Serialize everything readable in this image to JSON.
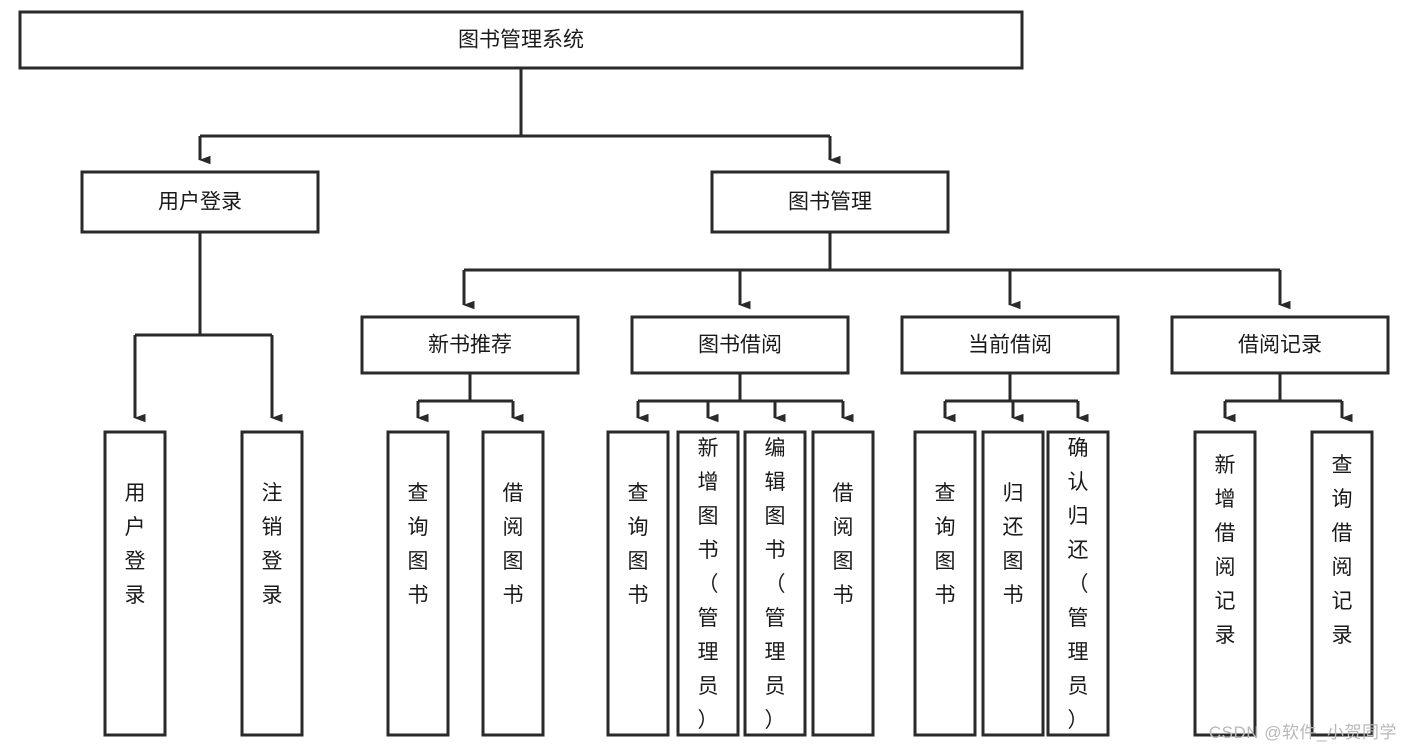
{
  "diagram": {
    "type": "tree",
    "title": "图书管理系统",
    "watermark": "CSDN @软件_小贺同学",
    "colors": {
      "stroke": "#2a2a2a",
      "fill": "#ffffff",
      "text": "#1a1a1a",
      "watermark": "#b8b8b8",
      "background": "#ffffff"
    },
    "levels": {
      "root": {
        "label": "图书管理系统"
      },
      "level2": [
        {
          "id": "user-login",
          "label": "用户登录"
        },
        {
          "id": "book-manage",
          "label": "图书管理"
        }
      ],
      "level3": [
        {
          "id": "new-book-rec",
          "label": "新书推荐",
          "parent": "book-manage"
        },
        {
          "id": "book-borrow",
          "label": "图书借阅",
          "parent": "book-manage"
        },
        {
          "id": "current-borrow",
          "label": "当前借阅",
          "parent": "book-manage"
        },
        {
          "id": "borrow-record",
          "label": "借阅记录",
          "parent": "book-manage"
        }
      ],
      "leaves": [
        {
          "id": "leaf-user-login",
          "label": "用户登录",
          "parent": "user-login"
        },
        {
          "id": "leaf-user-logout",
          "label": "注销登录",
          "parent": "user-login"
        },
        {
          "id": "leaf-query-book-1",
          "label": "查询图书",
          "parent": "new-book-rec"
        },
        {
          "id": "leaf-borrow-book-1",
          "label": "借阅图书",
          "parent": "new-book-rec"
        },
        {
          "id": "leaf-query-book-2",
          "label": "查询图书",
          "parent": "book-borrow"
        },
        {
          "id": "leaf-add-book",
          "label": "新增图书（管理员）",
          "parent": "book-borrow"
        },
        {
          "id": "leaf-edit-book",
          "label": "编辑图书（管理员）",
          "parent": "book-borrow"
        },
        {
          "id": "leaf-borrow-book-2",
          "label": "借阅图书",
          "parent": "book-borrow"
        },
        {
          "id": "leaf-query-book-3",
          "label": "查询图书",
          "parent": "current-borrow"
        },
        {
          "id": "leaf-return-book",
          "label": "归还图书",
          "parent": "current-borrow"
        },
        {
          "id": "leaf-confirm-return",
          "label": "确认归还（管理员）",
          "parent": "current-borrow"
        },
        {
          "id": "leaf-add-record",
          "label": "新增借阅记录",
          "parent": "borrow-record"
        },
        {
          "id": "leaf-query-record",
          "label": "查询借阅记录",
          "parent": "borrow-record"
        }
      ]
    }
  }
}
